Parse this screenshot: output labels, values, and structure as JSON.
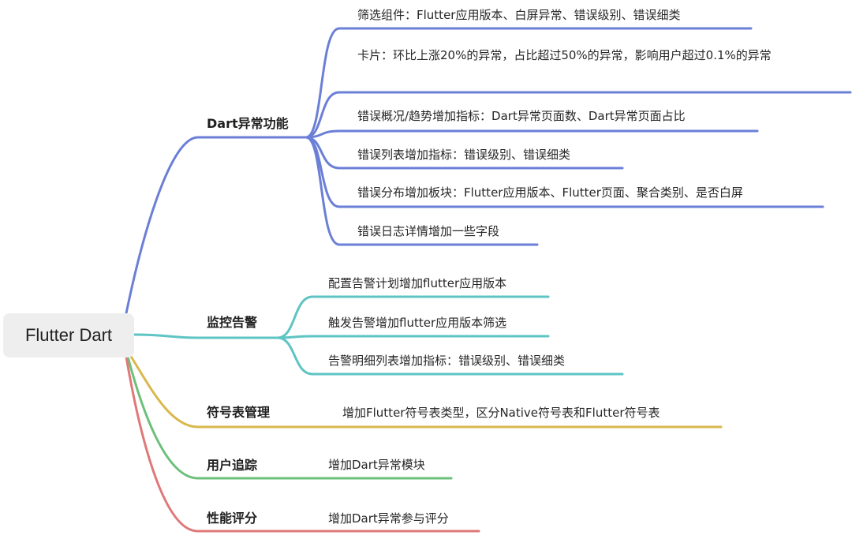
{
  "root": {
    "label": "Flutter Dart"
  },
  "colors": {
    "dart": "#6b7fd7",
    "monitor": "#5ec4c4",
    "symbol": "#d9b84c",
    "user": "#6cc07a",
    "perf": "#e07878"
  },
  "branches": [
    {
      "id": "dart",
      "label": "Dart异常功能",
      "children": [
        "筛选组件：Flutter应用版本、白屏异常、错误级别、错误细类",
        "卡片：环比上涨20%的异常，占比超过50%的异常，影响用户超过0.1%的异常",
        "错误概况/趋势增加指标：Dart异常页面数、Dart异常页面占比",
        "错误列表增加指标：错误级别、错误细类",
        "错误分布增加板块：Flutter应用版本、Flutter页面、聚合类别、是否白屏",
        "错误日志详情增加一些字段"
      ]
    },
    {
      "id": "monitor",
      "label": "监控告警",
      "children": [
        "配置告警计划增加flutter应用版本",
        "触发告警增加flutter应用版本筛选",
        "告警明细列表增加指标：错误级别、错误细类"
      ]
    },
    {
      "id": "symbol",
      "label": "符号表管理",
      "children": [
        "增加Flutter符号表类型，区分Native符号表和Flutter符号表"
      ]
    },
    {
      "id": "user",
      "label": "用户追踪",
      "children": [
        "增加Dart异常模块"
      ]
    },
    {
      "id": "perf",
      "label": "性能评分",
      "children": [
        "增加Dart异常参与评分"
      ]
    }
  ]
}
